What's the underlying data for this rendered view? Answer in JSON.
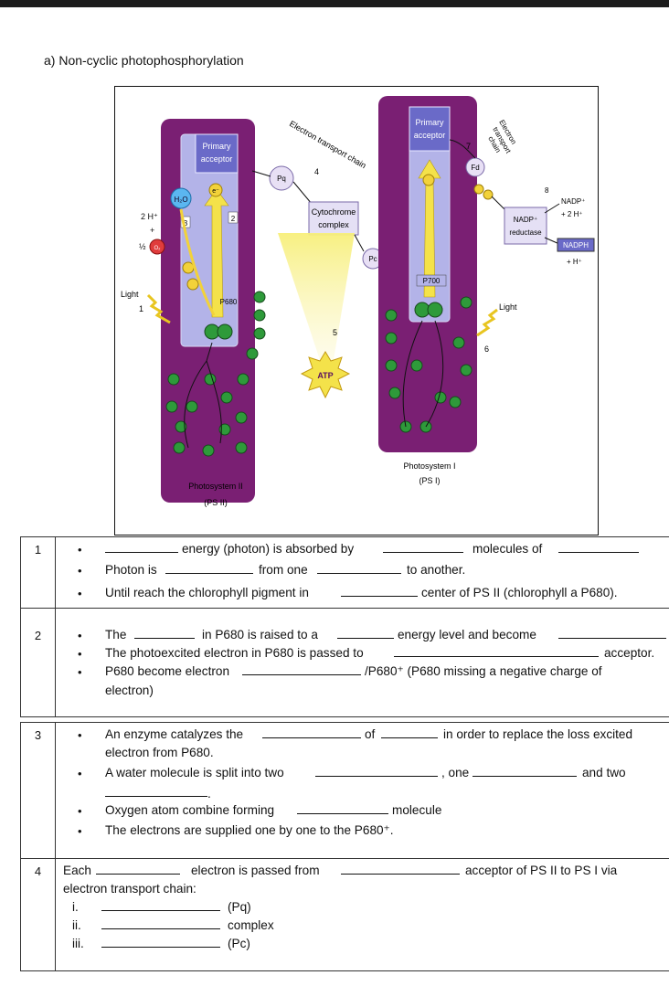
{
  "heading": "a)   Non-cyclic photophosphorylation",
  "figure": {
    "ps2_primary_acceptor": [
      "Primary",
      "acceptor"
    ],
    "ps1_primary_acceptor": [
      "Primary",
      "acceptor"
    ],
    "h2o": "H₂O",
    "two_h": "2 H⁺",
    "plus": "+",
    "half_o2": "½",
    "o2": "O₂",
    "light1": "Light",
    "num1": "1",
    "num2": "2",
    "num3": "3",
    "num4": "4",
    "num5": "5",
    "num6": "6",
    "num7": "7",
    "num8": "8",
    "p680": "P680",
    "p700": "P700",
    "pq": "Pq",
    "pc": "Pc",
    "fd": "Fd",
    "etc_label": "Electron transport chain",
    "etc2_label": [
      "Electron",
      "transport",
      "chain"
    ],
    "cytochrome": [
      "Cytochrome",
      "complex"
    ],
    "atp": "ATP",
    "nadp_reductase": [
      "NADP⁺",
      "reductase"
    ],
    "nadp_plus": "NADP⁺",
    "plus_2h": "+ 2 H⁺",
    "nadph": "NADPH",
    "plus_h": "+ H⁺",
    "light2": "Light",
    "ps2_label": [
      "Photosystem II",
      "(PS II)"
    ],
    "ps1_label": [
      "Photosystem I",
      "(PS I)"
    ],
    "e": "e⁻",
    "colors": {
      "purple": "#7a1f73",
      "lavender": "#b3b3e8",
      "green": "#2e9a3a",
      "yellow": "#f4e24a"
    }
  },
  "rows": [
    {
      "num": "1",
      "t1": "energy (photon) is absorbed by",
      "t2": "molecules of",
      "t3": "Photon is",
      "t4": "from one",
      "t5": "to another.",
      "t6": "Until reach the chlorophyll pigment in",
      "t7": "center of PS II (chlorophyll a P680)."
    },
    {
      "num": "2",
      "t1": "The",
      "t2": "in P680 is raised to a",
      "t3": "energy level and become",
      "t4": "The photoexcited electron in P680 is passed to",
      "t5": "acceptor.",
      "t6": "P680 become electron",
      "t7": "/P680⁺ (P680 missing a negative charge of",
      "t8": "electron)"
    },
    {
      "num": "3",
      "t1": "An enzyme catalyzes the",
      "t2": "of",
      "t3": "in order to replace the loss excited",
      "t4": "electron from P680.",
      "t5": "A water molecule is split into two",
      "t6": ", one",
      "t7": "and two",
      "t8": ".",
      "t9": "Oxygen atom combine forming",
      "t10": "molecule",
      "t11": "The electrons are supplied one by one to the P680⁺."
    },
    {
      "num": "4",
      "t1": "Each",
      "t2": "electron is passed from",
      "t3": "acceptor of PS II to PS I via",
      "t4": "electron transport chain:",
      "items": [
        {
          "roman": "i.",
          "text": "(Pq)"
        },
        {
          "roman": "ii.",
          "text": "complex"
        },
        {
          "roman": "iii.",
          "text": "(Pc)"
        }
      ]
    }
  ]
}
